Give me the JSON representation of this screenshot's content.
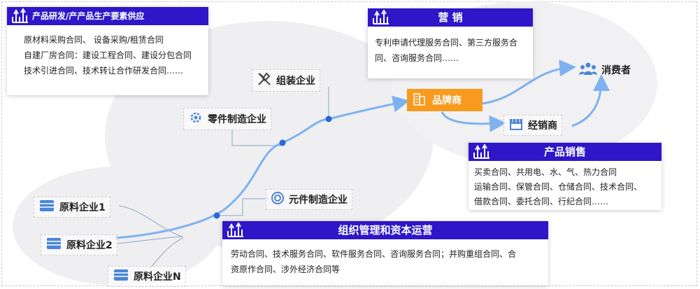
{
  "cards": {
    "rnd": {
      "title": "产品研发/产产品生产要素供应",
      "lines": [
        "原材料采购合同、 设备采购/租赁合同",
        "自建厂房合同：建设工程合同、建设分包合同",
        "技术引进合同、技术转让合作研发合同……"
      ]
    },
    "marketing": {
      "title": "营  销",
      "lines": [
        "专利申请代理服务合同、第三方服务合",
        "同、咨询服务合同……"
      ]
    },
    "sales": {
      "title": "产品销售",
      "lines": [
        "买卖合同、共用电、水、气、热力合同",
        "运输合同、保管合同、仓储合同、技术合同、",
        "借款合同、委托合同、行纪合同……"
      ]
    },
    "org": {
      "title": "组织管理和资本运营",
      "lines": [
        "劳动合同、技术服务合同、软件服务合同、咨询服务合同；并购重组合同、合",
        "资原作合同、涉外经济合同等"
      ]
    }
  },
  "nodes": {
    "assembly": "组装企业",
    "parts": "零件制造企业",
    "component": "元件制造企业",
    "material1": "原料企业1",
    "material2": "原料企业2",
    "materialN": "原料企业N",
    "brand": "品牌商",
    "dealer": "经销商",
    "consumer": "消费者"
  },
  "colors": {
    "header": "#2f16c9",
    "brand": "#f79a1e",
    "flow": "#7fb1ef",
    "dot": "#2a67d8",
    "icon": "#4a86d8"
  }
}
